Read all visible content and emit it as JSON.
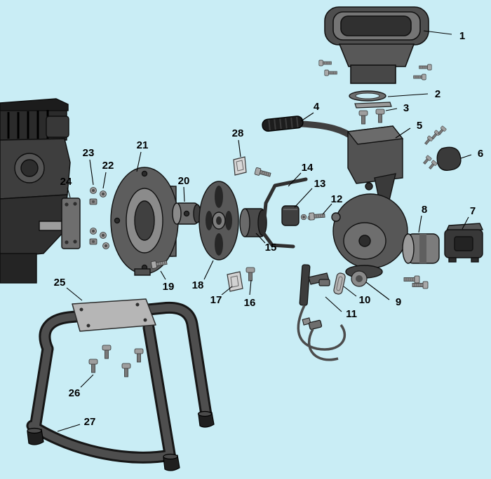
{
  "diagram": {
    "type": "exploded-parts-diagram",
    "background_color": "#c9edf5",
    "label_color": "#000000",
    "callouts": [
      {
        "number": "1",
        "label": [
          659,
          51
        ],
        "line": [
          644,
          49,
          604,
          44
        ]
      },
      {
        "number": "2",
        "label": [
          624,
          134
        ],
        "line": [
          610,
          134,
          553,
          138
        ]
      },
      {
        "number": "3",
        "label": [
          579,
          154
        ],
        "line": [
          566,
          155,
          550,
          158
        ]
      },
      {
        "number": "4",
        "label": [
          451,
          152
        ],
        "line": [
          447,
          161,
          429,
          173
        ]
      },
      {
        "number": "5",
        "label": [
          598,
          179
        ],
        "line": [
          585,
          183,
          564,
          197
        ]
      },
      {
        "number": "6",
        "label": [
          685,
          219
        ],
        "line": [
          672,
          221,
          657,
          226
        ]
      },
      {
        "number": "7",
        "label": [
          674,
          301
        ],
        "line": [
          668,
          310,
          659,
          327
        ]
      },
      {
        "number": "8",
        "label": [
          605,
          299
        ],
        "line": [
          601,
          308,
          597,
          332
        ]
      },
      {
        "number": "9",
        "label": [
          568,
          431
        ],
        "line": [
          555,
          428,
          522,
          403
        ]
      },
      {
        "number": "10",
        "label": [
          520,
          428
        ],
        "line": [
          508,
          423,
          490,
          409
        ]
      },
      {
        "number": "11",
        "label": [
          501,
          448
        ],
        "line": [
          487,
          445,
          464,
          424
        ]
      },
      {
        "number": "12",
        "label": [
          480,
          284
        ],
        "line": [
          473,
          291,
          460,
          306
        ]
      },
      {
        "number": "13",
        "label": [
          456,
          262
        ],
        "line": [
          445,
          269,
          420,
          296
        ]
      },
      {
        "number": "14",
        "label": [
          438,
          239
        ],
        "line": [
          429,
          247,
          411,
          266
        ]
      },
      {
        "number": "15",
        "label": [
          386,
          353
        ],
        "line": [
          378,
          347,
          365,
          333
        ]
      },
      {
        "number": "16",
        "label": [
          356,
          432
        ],
        "line": [
          356,
          421,
          358,
          400
        ]
      },
      {
        "number": "17",
        "label": [
          308,
          428
        ],
        "line": [
          316,
          421,
          331,
          409
        ]
      },
      {
        "number": "18",
        "label": [
          282,
          407
        ],
        "line": [
          291,
          399,
          304,
          372
        ]
      },
      {
        "number": "19",
        "label": [
          240,
          409
        ],
        "line": [
          236,
          399,
          229,
          387
        ]
      },
      {
        "number": "20",
        "label": [
          262,
          258
        ],
        "line": [
          262,
          267,
          263,
          288
        ]
      },
      {
        "number": "21",
        "label": [
          203,
          207
        ],
        "line": [
          201,
          217,
          195,
          245
        ]
      },
      {
        "number": "22",
        "label": [
          154,
          236
        ],
        "line": [
          151,
          246,
          147,
          269
        ]
      },
      {
        "number": "23",
        "label": [
          126,
          218
        ],
        "line": [
          128,
          228,
          133,
          264
        ]
      },
      {
        "number": "24",
        "label": [
          94,
          259
        ],
        "line": [
          96,
          268,
          100,
          282
        ]
      },
      {
        "number": "25",
        "label": [
          85,
          403
        ],
        "line": [
          95,
          411,
          117,
          429
        ]
      },
      {
        "number": "26",
        "label": [
          106,
          561
        ],
        "line": [
          115,
          553,
          133,
          535
        ]
      },
      {
        "number": "27",
        "label": [
          128,
          602
        ],
        "line": [
          114,
          606,
          82,
          616
        ]
      },
      {
        "number": "28",
        "label": [
          339,
          190
        ],
        "line": [
          340,
          200,
          343,
          224
        ]
      }
    ]
  }
}
